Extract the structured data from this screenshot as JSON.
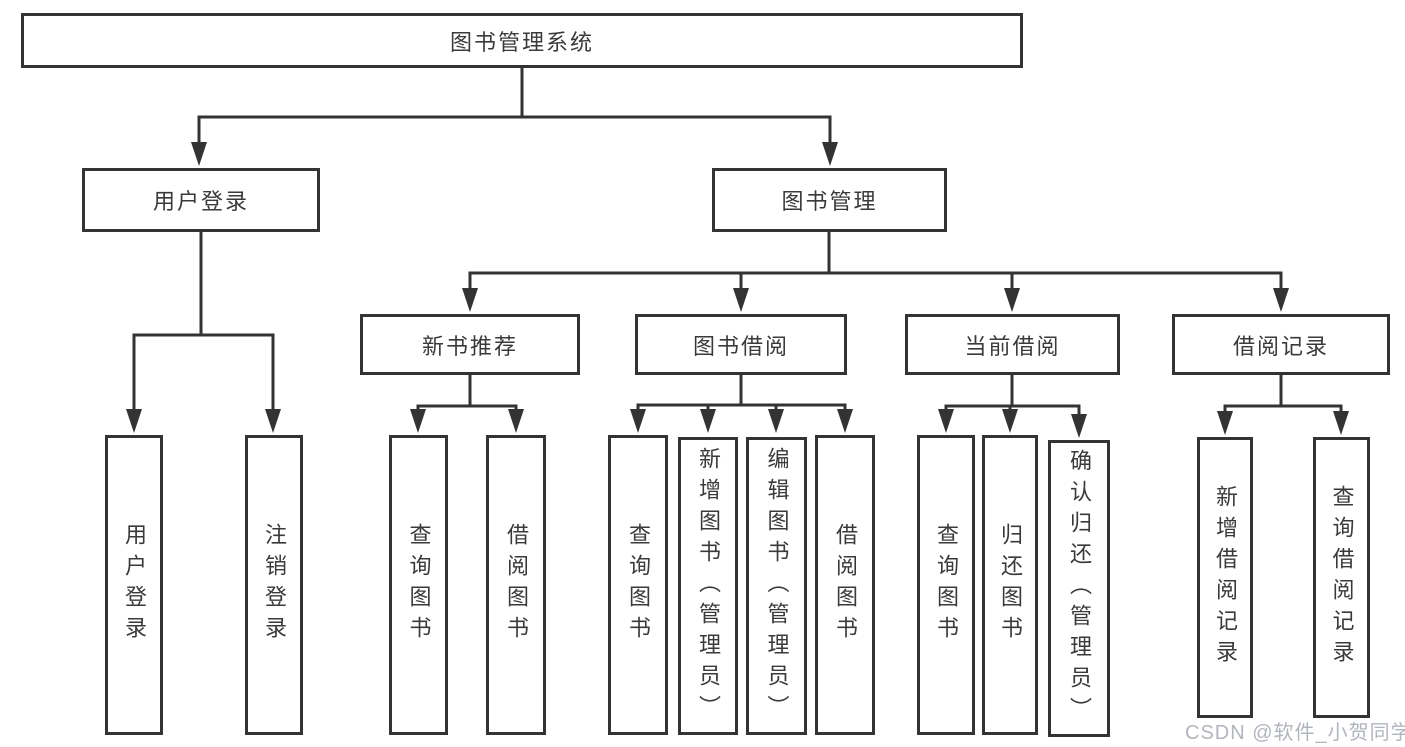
{
  "diagram": {
    "root": {
      "label": "图书管理系统"
    },
    "branches": [
      {
        "label": "用户登录",
        "children": [
          {
            "label": "用户登录"
          },
          {
            "label": "注销登录"
          }
        ]
      },
      {
        "label": "图书管理",
        "children": [
          {
            "label": "新书推荐",
            "children": [
              {
                "label": "查询图书"
              },
              {
                "label": "借阅图书"
              }
            ]
          },
          {
            "label": "图书借阅",
            "children": [
              {
                "label": "查询图书"
              },
              {
                "label": "新增图书（管理员）"
              },
              {
                "label": "编辑图书（管理员）"
              },
              {
                "label": "借阅图书"
              }
            ]
          },
          {
            "label": "当前借阅",
            "children": [
              {
                "label": "查询图书"
              },
              {
                "label": "归还图书"
              },
              {
                "label": "确认归还（管理员）"
              }
            ]
          },
          {
            "label": "借阅记录",
            "children": [
              {
                "label": "新增借阅记录"
              },
              {
                "label": "查询借阅记录"
              }
            ]
          }
        ]
      }
    ],
    "colors": {
      "line": "#333333",
      "text": "#3a3a3a",
      "background": "#ffffff",
      "watermark": "#b1b5bd"
    }
  },
  "watermark": {
    "text": "CSDN @软件_小贺同学"
  }
}
